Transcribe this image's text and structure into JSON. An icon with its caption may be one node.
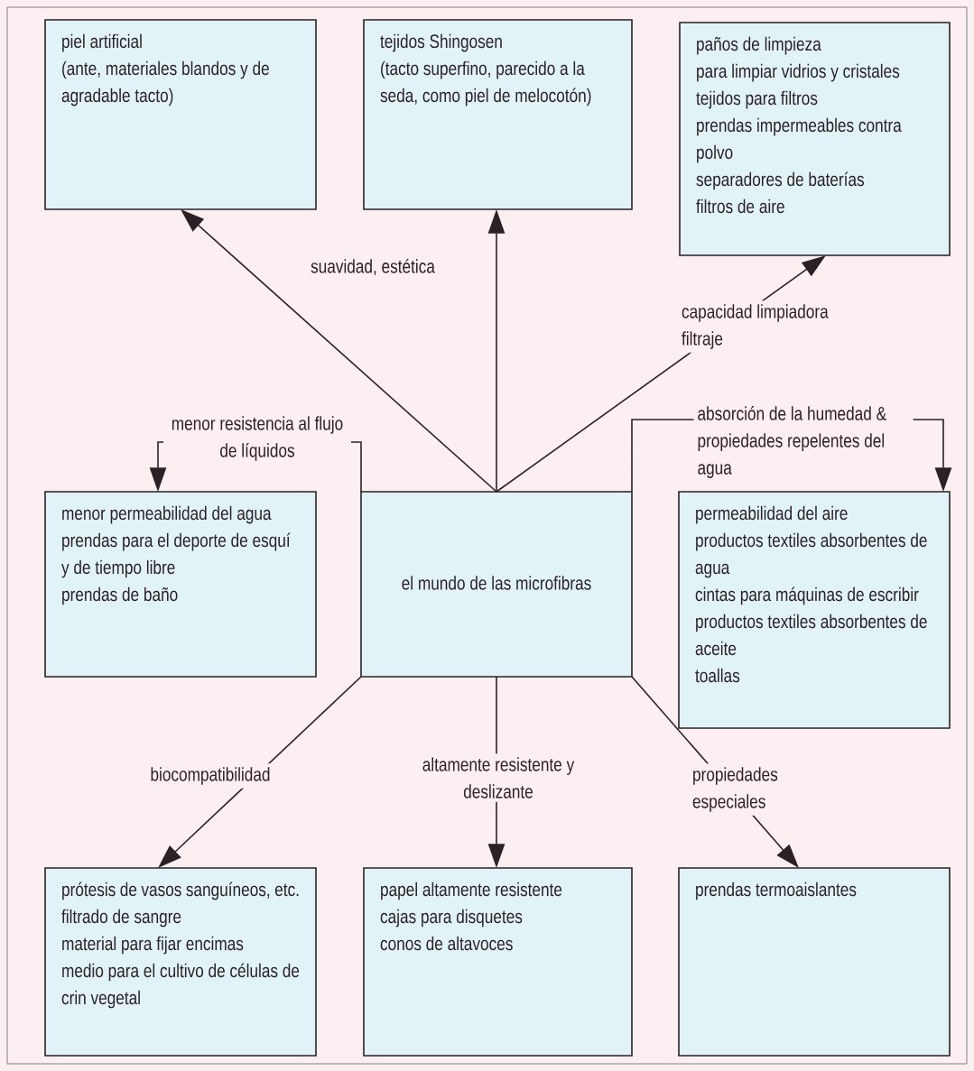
{
  "diagram": {
    "nodes": [
      {
        "text": [
          "piel artificial",
          "(ante, materiales blandos y de agradable tacto)"
        ]
      },
      {
        "text": [
          "tejidos Shingosen",
          "(tacto superfino, parecido a la seda, como piel de melocotón)"
        ]
      },
      {
        "text": [
          "paños de limpieza",
          "para limpiar vidrios y cristales",
          "tejidos para filtros",
          "prendas impermeables contra polvo",
          "separadores de baterías",
          "filtros de aire"
        ]
      },
      {
        "text": [
          "menor permeabilidad del agua",
          "prendas para el deporte de esquí y de tiempo libre",
          "prendas de baño"
        ]
      },
      {
        "text": [
          "el mundo de las microfibras"
        ]
      },
      {
        "text": [
          "permeabilidad del aire",
          "productos textiles absorbentes de agua",
          "cintas para máquinas de escribir",
          "productos textiles absorbentes de aceite",
          "toallas"
        ]
      },
      {
        "text": [
          "prótesis de vasos sanguíneos, etc.",
          "filtrado de sangre",
          "material para fijar encimas",
          "medio para el cultivo de células de crin vegetal"
        ]
      },
      {
        "text": [
          "papel altamente resistente",
          "cajas para disquetes",
          "conos de altavoces"
        ]
      },
      {
        "text": [
          "prendas termoaislantes"
        ]
      }
    ],
    "edges": [
      {
        "from": 4,
        "to": 0,
        "arrow": "to"
      },
      {
        "from": 4,
        "to": 1,
        "arrow": "to"
      },
      {
        "from": 4,
        "to": 2,
        "arrow": "to",
        "label": "capacidad limpiadora filtraje"
      },
      {
        "from": 4,
        "to": 3,
        "arrow": "to",
        "label": "menor resistencia al flujo de líquidos"
      },
      {
        "from": 4,
        "to": 5,
        "arrow": "to",
        "label": "absorción de la humedad & propiedades repelentes del agua"
      },
      {
        "from": 4,
        "to": 6,
        "arrow": "to",
        "label": "biocompatibilidad"
      },
      {
        "from": 4,
        "to": 7,
        "arrow": "to",
        "label": "altamente resistente y deslizante"
      },
      {
        "from": 4,
        "to": 8,
        "arrow": "to",
        "label": "propiedades especiales"
      }
    ],
    "labels": [
      "suavidad, estética"
    ]
  }
}
